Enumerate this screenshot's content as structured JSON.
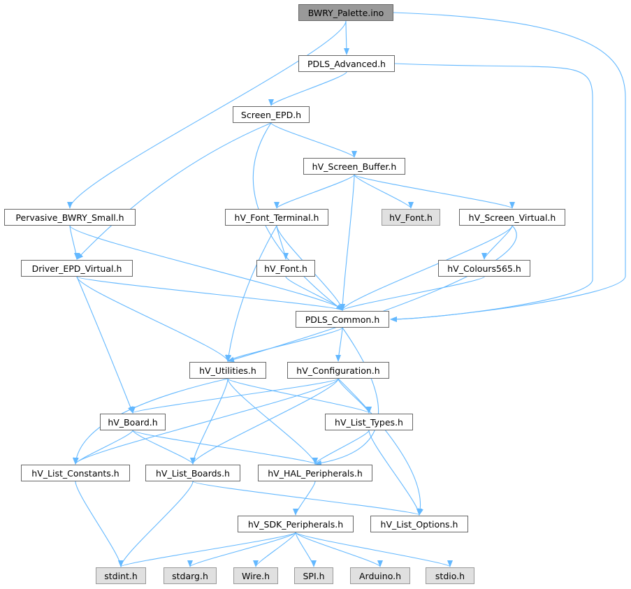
{
  "nodes": [
    {
      "id": "bwry",
      "label": "BWRY_Palette.ino",
      "kind": "root"
    },
    {
      "id": "pdls_adv",
      "label": "PDLS_Advanced.h",
      "kind": "normal"
    },
    {
      "id": "screen_epd",
      "label": "Screen_EPD.h",
      "kind": "normal"
    },
    {
      "id": "hv_screen_buffer",
      "label": "hV_Screen_Buffer.h",
      "kind": "normal"
    },
    {
      "id": "pervasive",
      "label": "Pervasive_BWRY_Small.h",
      "kind": "normal"
    },
    {
      "id": "hv_font_terminal",
      "label": "hV_Font_Terminal.h",
      "kind": "normal"
    },
    {
      "id": "hv_font_ext",
      "label": "hV_Font.h",
      "kind": "external"
    },
    {
      "id": "hv_screen_virtual",
      "label": "hV_Screen_Virtual.h",
      "kind": "normal"
    },
    {
      "id": "driver_epd",
      "label": "Driver_EPD_Virtual.h",
      "kind": "normal"
    },
    {
      "id": "hv_font",
      "label": "hV_Font.h",
      "kind": "normal"
    },
    {
      "id": "hv_colours",
      "label": "hV_Colours565.h",
      "kind": "normal"
    },
    {
      "id": "pdls_common",
      "label": "PDLS_Common.h",
      "kind": "normal"
    },
    {
      "id": "hv_utilities",
      "label": "hV_Utilities.h",
      "kind": "normal"
    },
    {
      "id": "hv_config",
      "label": "hV_Configuration.h",
      "kind": "normal"
    },
    {
      "id": "hv_board",
      "label": "hV_Board.h",
      "kind": "normal"
    },
    {
      "id": "hv_list_types",
      "label": "hV_List_Types.h",
      "kind": "normal"
    },
    {
      "id": "hv_list_constants",
      "label": "hV_List_Constants.h",
      "kind": "normal"
    },
    {
      "id": "hv_list_boards",
      "label": "hV_List_Boards.h",
      "kind": "normal"
    },
    {
      "id": "hv_hal",
      "label": "hV_HAL_Peripherals.h",
      "kind": "normal"
    },
    {
      "id": "hv_sdk",
      "label": "hV_SDK_Peripherals.h",
      "kind": "normal"
    },
    {
      "id": "hv_list_options",
      "label": "hV_List_Options.h",
      "kind": "normal"
    },
    {
      "id": "stdint",
      "label": "stdint.h",
      "kind": "external"
    },
    {
      "id": "stdarg",
      "label": "stdarg.h",
      "kind": "external"
    },
    {
      "id": "wire",
      "label": "Wire.h",
      "kind": "external"
    },
    {
      "id": "spi",
      "label": "SPI.h",
      "kind": "external"
    },
    {
      "id": "arduino",
      "label": "Arduino.h",
      "kind": "external"
    },
    {
      "id": "stdio",
      "label": "stdio.h",
      "kind": "external"
    }
  ],
  "edges": [
    [
      "bwry",
      "pdls_adv"
    ],
    [
      "bwry",
      "pervasive"
    ],
    [
      "bwry",
      "pdls_common"
    ],
    [
      "pdls_adv",
      "screen_epd"
    ],
    [
      "pdls_adv",
      "pdls_common"
    ],
    [
      "screen_epd",
      "hv_screen_buffer"
    ],
    [
      "screen_epd",
      "driver_epd"
    ],
    [
      "screen_epd",
      "pdls_common"
    ],
    [
      "hv_screen_buffer",
      "hv_font_terminal"
    ],
    [
      "hv_screen_buffer",
      "hv_font_ext"
    ],
    [
      "hv_screen_buffer",
      "hv_screen_virtual"
    ],
    [
      "hv_screen_buffer",
      "pdls_common"
    ],
    [
      "pervasive",
      "driver_epd"
    ],
    [
      "pervasive",
      "pdls_common"
    ],
    [
      "hv_font_terminal",
      "hv_font"
    ],
    [
      "hv_font_terminal",
      "pdls_common"
    ],
    [
      "hv_font_terminal",
      "hv_utilities"
    ],
    [
      "hv_screen_virtual",
      "hv_colours"
    ],
    [
      "hv_screen_virtual",
      "pdls_common"
    ],
    [
      "hv_screen_virtual",
      "hv_utilities"
    ],
    [
      "driver_epd",
      "pdls_common"
    ],
    [
      "driver_epd",
      "hv_utilities"
    ],
    [
      "driver_epd",
      "hv_board"
    ],
    [
      "hv_font",
      "pdls_common"
    ],
    [
      "hv_colours",
      "pdls_common"
    ],
    [
      "pdls_common",
      "hv_utilities"
    ],
    [
      "pdls_common",
      "hv_config"
    ],
    [
      "pdls_common",
      "hv_hal"
    ],
    [
      "hv_utilities",
      "hv_list_constants"
    ],
    [
      "hv_utilities",
      "hv_list_boards"
    ],
    [
      "hv_utilities",
      "hv_list_types"
    ],
    [
      "hv_utilities",
      "hv_hal"
    ],
    [
      "hv_config",
      "hv_board"
    ],
    [
      "hv_config",
      "hv_list_types"
    ],
    [
      "hv_config",
      "hv_list_constants"
    ],
    [
      "hv_config",
      "hv_list_boards"
    ],
    [
      "hv_config",
      "hv_list_options"
    ],
    [
      "hv_board",
      "hv_list_constants"
    ],
    [
      "hv_board",
      "hv_list_boards"
    ],
    [
      "hv_board",
      "hv_hal"
    ],
    [
      "hv_list_types",
      "hv_hal"
    ],
    [
      "hv_list_types",
      "hv_list_options"
    ],
    [
      "hv_list_constants",
      "stdint"
    ],
    [
      "hv_list_boards",
      "stdint"
    ],
    [
      "hv_list_boards",
      "hv_list_options"
    ],
    [
      "hv_hal",
      "hv_sdk"
    ],
    [
      "hv_sdk",
      "stdint"
    ],
    [
      "hv_sdk",
      "stdarg"
    ],
    [
      "hv_sdk",
      "wire"
    ],
    [
      "hv_sdk",
      "spi"
    ],
    [
      "hv_sdk",
      "arduino"
    ],
    [
      "hv_sdk",
      "stdio"
    ]
  ],
  "colors": {
    "edge": "#63b8ff",
    "border": "#666666",
    "root_fill": "#999999",
    "external_fill": "#e0e0e0"
  }
}
